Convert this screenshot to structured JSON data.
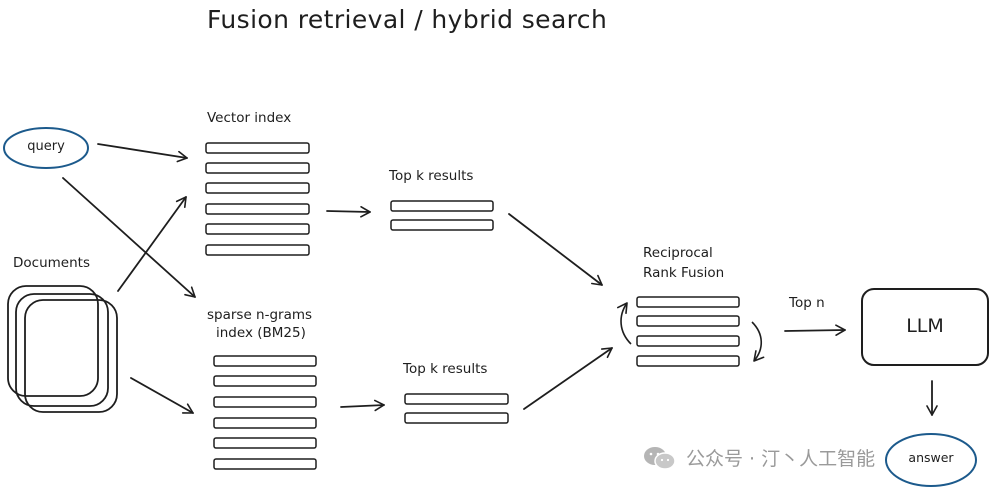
{
  "title": "Fusion retrieval / hybrid search",
  "nodes": {
    "query": "query",
    "documents": "Documents",
    "vector_index": "Vector index",
    "sparse_index_line1": "sparse n-grams",
    "sparse_index_line2": "index (BM25)",
    "top_k_upper": "Top k results",
    "top_k_lower": "Top k results",
    "rrf_line1": "Reciprocal",
    "rrf_line2": "Rank Fusion",
    "top_n": "Top n",
    "llm": "LLM",
    "answer": "answer"
  },
  "watermark": "公众号 · 汀丶人工智能",
  "colors": {
    "stroke": "#1e1e1e",
    "ellipse_stroke": "#1c5a8c",
    "watermark": "#9a9a9a"
  }
}
